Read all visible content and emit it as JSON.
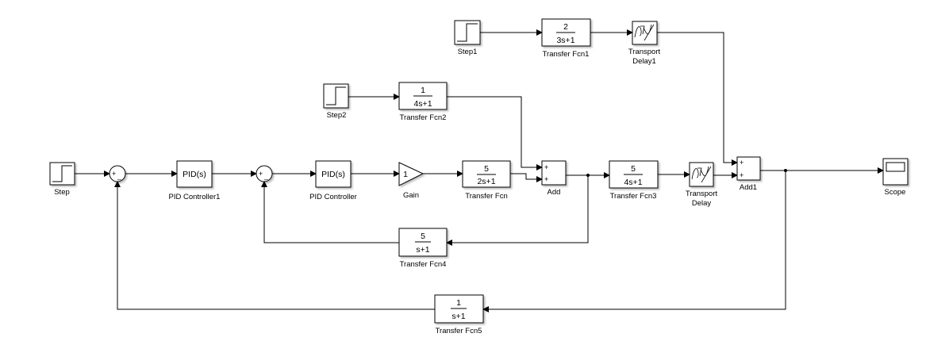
{
  "diagram": {
    "blocks": {
      "step": {
        "label": "Step"
      },
      "step1": {
        "label": "Step1"
      },
      "step2": {
        "label": "Step2"
      },
      "sum1": {
        "signs": "+-"
      },
      "sum2": {
        "signs": "+-"
      },
      "pid1": {
        "label": "PID Controller1",
        "text": "PID(s)"
      },
      "pid": {
        "label": "PID Controller",
        "text": "PID(s)"
      },
      "gain": {
        "label": "Gain",
        "value": "1"
      },
      "tf": {
        "label": "Transfer Fcn",
        "num": "5",
        "den": "2s+1"
      },
      "tf1": {
        "label": "Transfer Fcn1",
        "num": "2",
        "den": "3s+1"
      },
      "tf2": {
        "label": "Transfer Fcn2",
        "num": "1",
        "den": "4s+1"
      },
      "tf3": {
        "label": "Transfer Fcn3",
        "num": "5",
        "den": "4s+1"
      },
      "tf4": {
        "label": "Transfer Fcn4",
        "num": "5",
        "den": "s+1"
      },
      "tf5": {
        "label": "Transfer Fcn5",
        "num": "1",
        "den": "s+1"
      },
      "add": {
        "label": "Add",
        "in1": "+",
        "in2": "+"
      },
      "add1": {
        "label": "Add1",
        "in1": "+",
        "in2": "+"
      },
      "td": {
        "label1": "Transport",
        "label2": "Delay"
      },
      "td1": {
        "label1": "Transport",
        "label2": "Delay1"
      },
      "scope": {
        "label": "Scope"
      }
    }
  }
}
